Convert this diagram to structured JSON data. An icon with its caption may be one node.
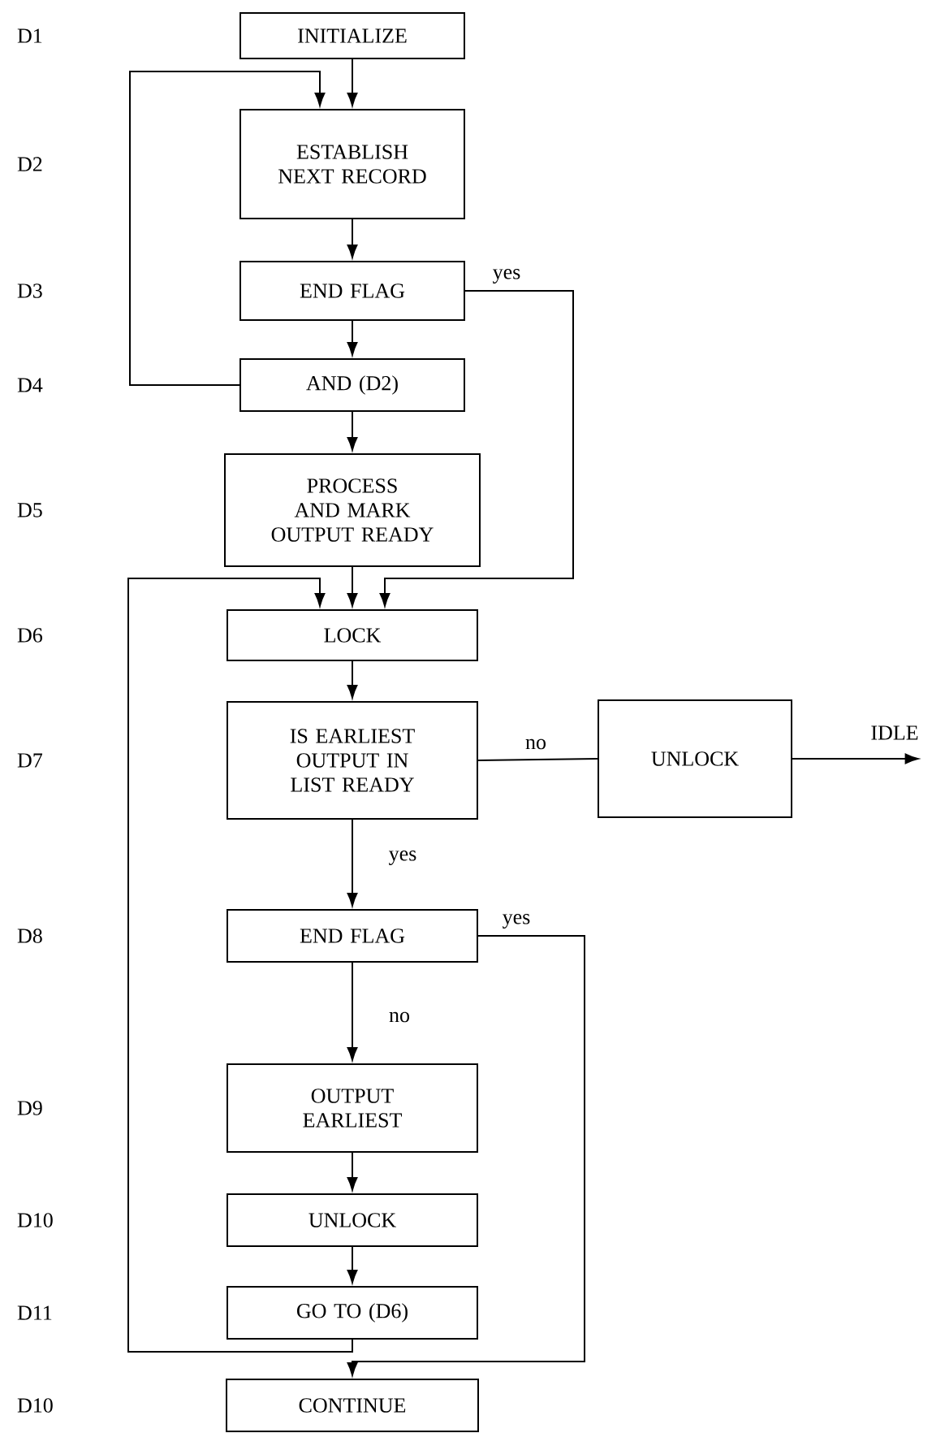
{
  "diagram": {
    "nodes": [
      {
        "text": [
          "INITIALIZE"
        ]
      },
      {
        "text": [
          "ESTABLISH NEXT RECORD"
        ]
      },
      {
        "text": [
          "END FLAG"
        ]
      },
      {
        "text": [
          "AND (D2)"
        ]
      },
      {
        "text": [
          "PROCESS AND MARK OUTPUT READY"
        ]
      },
      {
        "text": [
          "LOCK"
        ]
      },
      {
        "text": [
          "IS EARLIEST OUTPUT IN LIST READY"
        ]
      },
      {
        "text": [
          "UNLOCK"
        ]
      },
      {
        "text": [
          "END FLAG"
        ]
      },
      {
        "text": [
          "OUTPUT EARLIEST"
        ]
      },
      {
        "text": [
          "UNLOCK"
        ]
      },
      {
        "text": [
          "GO TO (D6)"
        ]
      },
      {
        "text": [
          "CONTINUE"
        ]
      },
      {
        "text": [
          "IDLE"
        ]
      }
    ],
    "edges": [
      {
        "from": 0,
        "to": 1,
        "arrow": "to"
      },
      {
        "from": 3,
        "to": 1,
        "arrow": "to"
      },
      {
        "from": 1,
        "to": 2,
        "arrow": "to"
      },
      {
        "from": 2,
        "to": 3,
        "arrow": "to"
      },
      {
        "from": 2,
        "to": 5,
        "arrow": "to",
        "label": "yes"
      },
      {
        "from": 3,
        "to": 4,
        "arrow": "to"
      },
      {
        "from": 4,
        "to": 5,
        "arrow": "to"
      },
      {
        "from": 11,
        "to": 5,
        "arrow": "to"
      },
      {
        "from": 5,
        "to": 6,
        "arrow": "to"
      },
      {
        "from": 6,
        "to": 7,
        "arrow": "none",
        "label": "no"
      },
      {
        "from": 7,
        "to": 13,
        "arrow": "to"
      },
      {
        "from": 6,
        "to": 8,
        "arrow": "to",
        "label": "yes"
      },
      {
        "from": 8,
        "to": 12,
        "arrow": "to",
        "label": "yes"
      },
      {
        "from": 8,
        "to": 9,
        "arrow": "to",
        "label": "no"
      },
      {
        "from": 9,
        "to": 10,
        "arrow": "to"
      },
      {
        "from": 10,
        "to": 11,
        "arrow": "to"
      }
    ],
    "labels": [
      "D1",
      "D2",
      "D3",
      "D4",
      "D5",
      "D6",
      "D7",
      "D8",
      "D9",
      "D10",
      "D11",
      "D10"
    ]
  }
}
